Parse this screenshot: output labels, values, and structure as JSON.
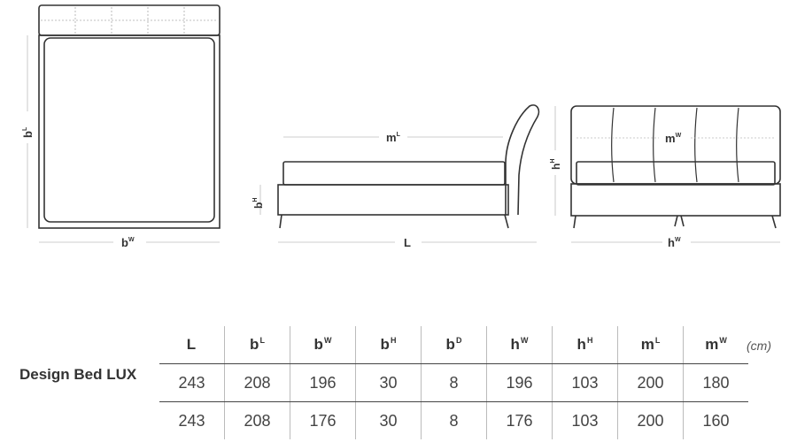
{
  "drawings": {
    "top_view": {
      "height_label": "b",
      "height_sup": "L",
      "width_label": "b",
      "width_sup": "W"
    },
    "side_view": {
      "height_label": "b",
      "height_sup": "H",
      "mattress_label": "m",
      "mattress_sup": "L",
      "length_label": "L"
    },
    "front_view": {
      "height_label": "h",
      "height_sup": "H",
      "mattress_label": "m",
      "mattress_sup": "W",
      "width_label": "h",
      "width_sup": "W"
    }
  },
  "product_name": "Design Bed LUX",
  "unit": "(cm)",
  "specs": {
    "columns": [
      {
        "main": "L",
        "sup": ""
      },
      {
        "main": "b",
        "sup": "L"
      },
      {
        "main": "b",
        "sup": "W"
      },
      {
        "main": "b",
        "sup": "H"
      },
      {
        "main": "b",
        "sup": "D"
      },
      {
        "main": "h",
        "sup": "W"
      },
      {
        "main": "h",
        "sup": "H"
      },
      {
        "main": "m",
        "sup": "L"
      },
      {
        "main": "m",
        "sup": "W"
      }
    ],
    "rows": [
      [
        "243",
        "208",
        "196",
        "30",
        "8",
        "196",
        "103",
        "200",
        "180"
      ],
      [
        "243",
        "208",
        "176",
        "30",
        "8",
        "176",
        "103",
        "200",
        "160"
      ]
    ]
  }
}
